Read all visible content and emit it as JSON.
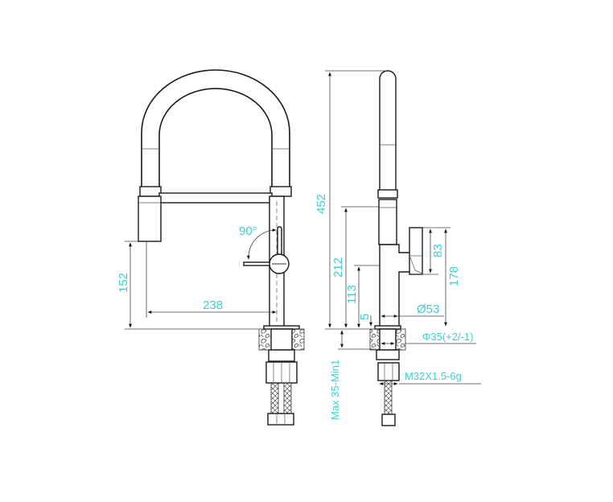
{
  "colors": {
    "dimension_text": "#3ccfd0",
    "line": "#1a1a1a"
  },
  "front_view": {
    "height_spout": "152",
    "reach": "238",
    "handle_angle": "90°"
  },
  "side_view": {
    "total_height": "452",
    "spout_outlet_height": "212",
    "body_height": "113",
    "base_thickness": "5",
    "handle_height": "83",
    "handle_top_height": "178",
    "body_diameter": "Ø53",
    "hole_diameter": "Φ35(+2/-1)",
    "thread": "M32X1.5-6g",
    "counter_thickness": "Max 35-Min1"
  }
}
